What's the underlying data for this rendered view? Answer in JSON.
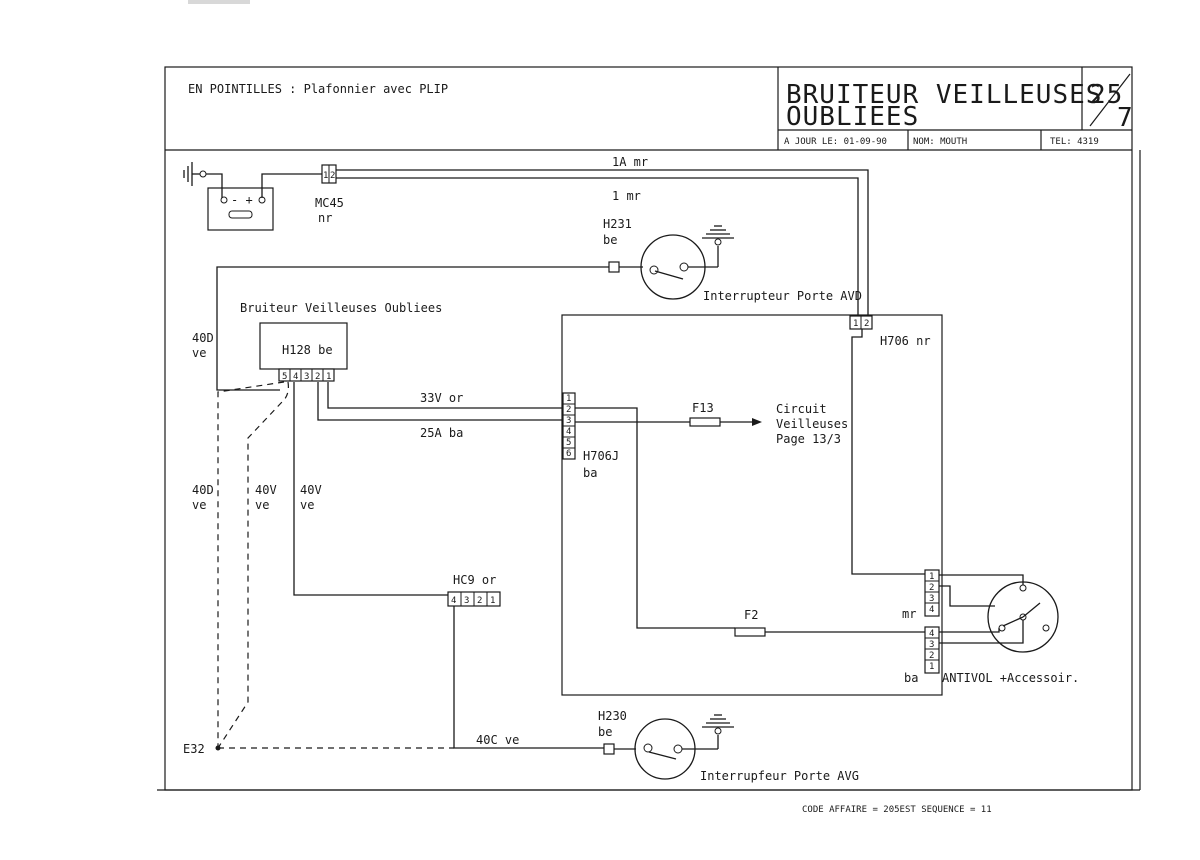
{
  "title_block": {
    "note": "EN POINTILLES : Plafonnier avec PLIP",
    "title_line1": "BRUITEUR VEILLEUSES",
    "title_line2": "OUBLIEES",
    "page_top": "25",
    "page_bottom": "7",
    "date": "A JOUR LE: 01-09-90",
    "name": "NOM: MOUTH",
    "tel": "TEL: 4319"
  },
  "footer": {
    "code": "CODE AFFAIRE = 205EST SEQUENCE = 11"
  },
  "battery": {
    "symbol": "- +"
  },
  "connectors": {
    "mc45": {
      "name": "MC45",
      "color": "nr",
      "pins": [
        "1",
        "2"
      ]
    },
    "h231": {
      "name": "H231",
      "color": "be"
    },
    "h128": {
      "name": "H128 be",
      "pins": [
        "5",
        "4",
        "3",
        "2",
        "1"
      ]
    },
    "h706": {
      "name": "H706 nr",
      "pins": [
        "1",
        "2"
      ]
    },
    "h706j": {
      "name": "H706J",
      "color": "ba",
      "pins": [
        "6",
        "5",
        "4",
        "3",
        "2",
        "1"
      ]
    },
    "hc9": {
      "name": "HC9 or",
      "pins": [
        "4",
        "3",
        "2",
        "1"
      ]
    },
    "h230": {
      "name": "H230",
      "color": "be"
    },
    "antivol_top": {
      "pins": [
        "1",
        "2",
        "3",
        "4"
      ],
      "color": "mr"
    },
    "antivol_bottom": {
      "pins": [
        "4",
        "3",
        "2",
        "1"
      ],
      "color": "ba"
    }
  },
  "components": {
    "bruiteur_title": "Bruiteur Veilleuses Oubliees",
    "switch_avd": "Interrupteur Porte AVD",
    "switch_avg": "Interrupfeur Porte AVG",
    "fuse_f13": "F13",
    "fuse_f2": "F2",
    "circuit_line1": "Circuit",
    "circuit_line2": "Veilleuses",
    "circuit_line3": "Page 13/3",
    "antivol": "ANTIVOL +Accessoir.",
    "ground_point": "E32"
  },
  "wires": {
    "w1a": "1A mr",
    "w1": "1 mr",
    "w40d_top": "40D",
    "w40d_top_color": "ve",
    "w40d_low": "40D",
    "w40d_low_color": "ve",
    "w40v_dash": "40V",
    "w40v_dash_color": "ve",
    "w40v": "40V",
    "w40v_color": "ve",
    "w33v": "33V or",
    "w25a": "25A ba",
    "w40c": "40C ve"
  }
}
